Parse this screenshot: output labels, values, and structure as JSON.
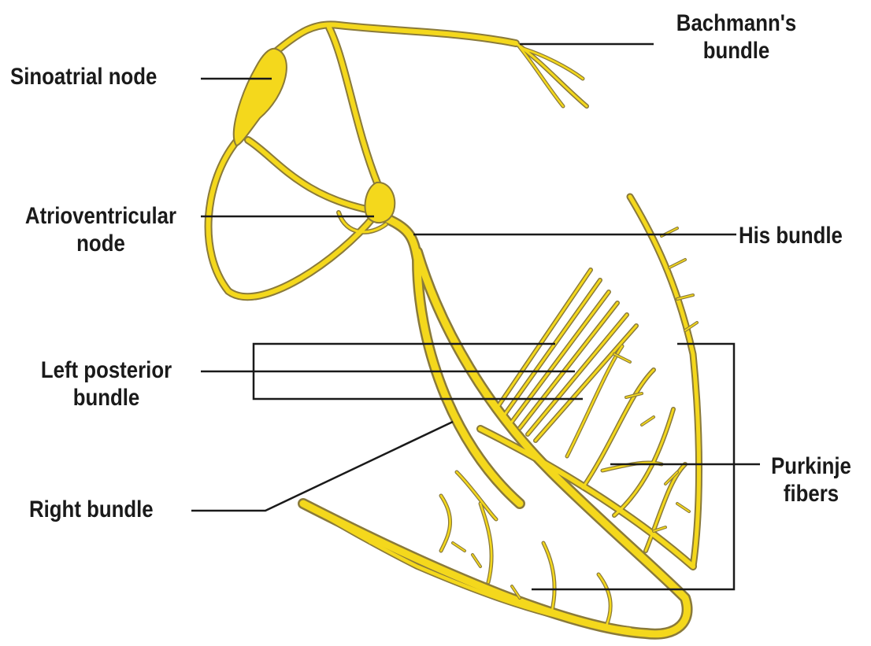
{
  "labels": {
    "sinoatrial": "Sinoatrial node",
    "bachmann_line1": "Bachmann's",
    "bachmann_line2": "bundle",
    "av_line1": "Atrioventricular",
    "av_line2": "node",
    "his": "His bundle",
    "lpb_line1": "Left posterior",
    "lpb_line2": "bundle",
    "right_bundle": "Right bundle",
    "purkinje_line1": "Purkinje",
    "purkinje_line2": "fibers"
  },
  "colors": {
    "fiber_fill": "#f4d81c",
    "fiber_outline": "#8a7a3a",
    "leader_line": "#1a1a1a",
    "label_text": "#1a1a1a",
    "background": "#ffffff"
  }
}
